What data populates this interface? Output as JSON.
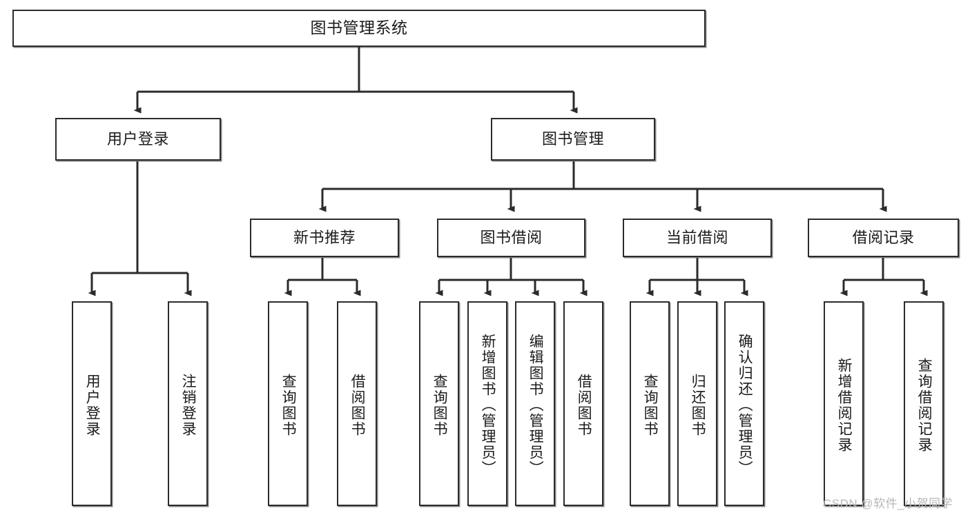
{
  "diagram": {
    "title": "图书管理系统",
    "type": "tree-hierarchy-chart",
    "root": {
      "label": "图书管理系统"
    },
    "level2": [
      {
        "label": "用户登录"
      },
      {
        "label": "图书管理"
      }
    ],
    "level3": [
      {
        "label": "新书推荐"
      },
      {
        "label": "图书借阅"
      },
      {
        "label": "当前借阅"
      },
      {
        "label": "借阅记录"
      }
    ],
    "leaves": [
      {
        "label": "用户登录"
      },
      {
        "label": "注销登录"
      },
      {
        "label": "查询图书"
      },
      {
        "label": "借阅图书"
      },
      {
        "label": "查询图书"
      },
      {
        "label": "新增图书（管理员）"
      },
      {
        "label": "编辑图书（管理员）"
      },
      {
        "label": "借阅图书"
      },
      {
        "label": "查询图书"
      },
      {
        "label": "归还图书"
      },
      {
        "label": "确认归还（管理员）"
      },
      {
        "label": "新增借阅记录"
      },
      {
        "label": "查询借阅记录"
      }
    ]
  },
  "watermark": {
    "text": "CSDN @软件_小贺同学"
  },
  "colors": {
    "stroke": "#2b2b2b",
    "fill": "#ffffff",
    "text": "#1b1b1b",
    "watermark": "#b8b8b8"
  }
}
